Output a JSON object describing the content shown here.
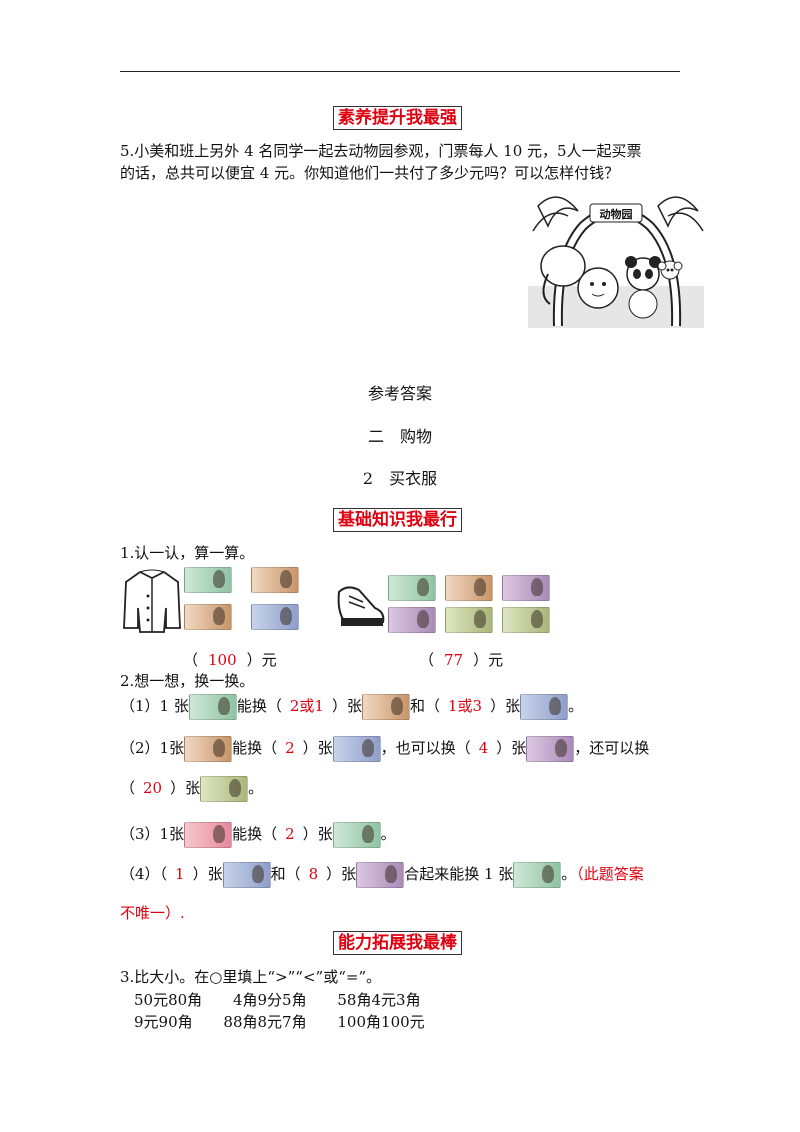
{
  "header_rule": true,
  "section1": {
    "title": "素养提升我最强"
  },
  "q5": {
    "line1": "5.小美和班上另外 4 名同学一起去动物园参观，门票每人 10 元，5人一起买票",
    "line2": "的话，总共可以便宜 4 元。你知道他们一共付了多少元吗？可以怎样付钱？",
    "zoo_sign": "动物园"
  },
  "answers": {
    "heading": "参考答案",
    "unit": "二　购物",
    "lesson": "2　买衣服"
  },
  "section2": {
    "title": "基础知识我最行"
  },
  "q1": {
    "label": "1.认一认，算一算。",
    "coat_answer_open": "（",
    "coat_answer": "100",
    "coat_answer_close": "）元",
    "shoes_answer_open": "（",
    "shoes_answer": "77",
    "shoes_answer_close": "）元"
  },
  "q2": {
    "label": "2.想一想，换一换。",
    "p1": {
      "a": "（1）1 张",
      "b": "能换（",
      "ans1": "2或1",
      "c": "）张",
      "d": "和（",
      "ans2": "1或3",
      "e": "）张",
      "f": "。"
    },
    "p2": {
      "a": "（2）1张",
      "b": "能换（",
      "ans1": "2",
      "c": "）张",
      "d": "，也可以换（",
      "ans2": "4",
      "e": "）张",
      "f": "，还可以换",
      "g": "（",
      "ans3": "20",
      "h": "）张",
      "i": "。"
    },
    "p3": {
      "a": "（3）1张",
      "b": "能换（",
      "ans1": "2",
      "c": "）张",
      "d": "。"
    },
    "p4": {
      "a": "（4）（",
      "ans1": "1",
      "b": "）张",
      "c": "和（",
      "ans2": "8",
      "d": "）张",
      "e": "合起来能换 1 张",
      "f": "。",
      "note1": "（此题答案",
      "note2": "不唯一）."
    }
  },
  "section3": {
    "title": "能力拓展我最棒"
  },
  "q3": {
    "label": "3.比大小。在○里填上“>”“<”或“=”。",
    "row1": [
      "50元80角",
      "4角9分5角",
      "58角4元3角"
    ],
    "row2": [
      "9元90角",
      "88角8元7角",
      "100角100元"
    ]
  },
  "colors": {
    "accent_red": "#e00010"
  }
}
